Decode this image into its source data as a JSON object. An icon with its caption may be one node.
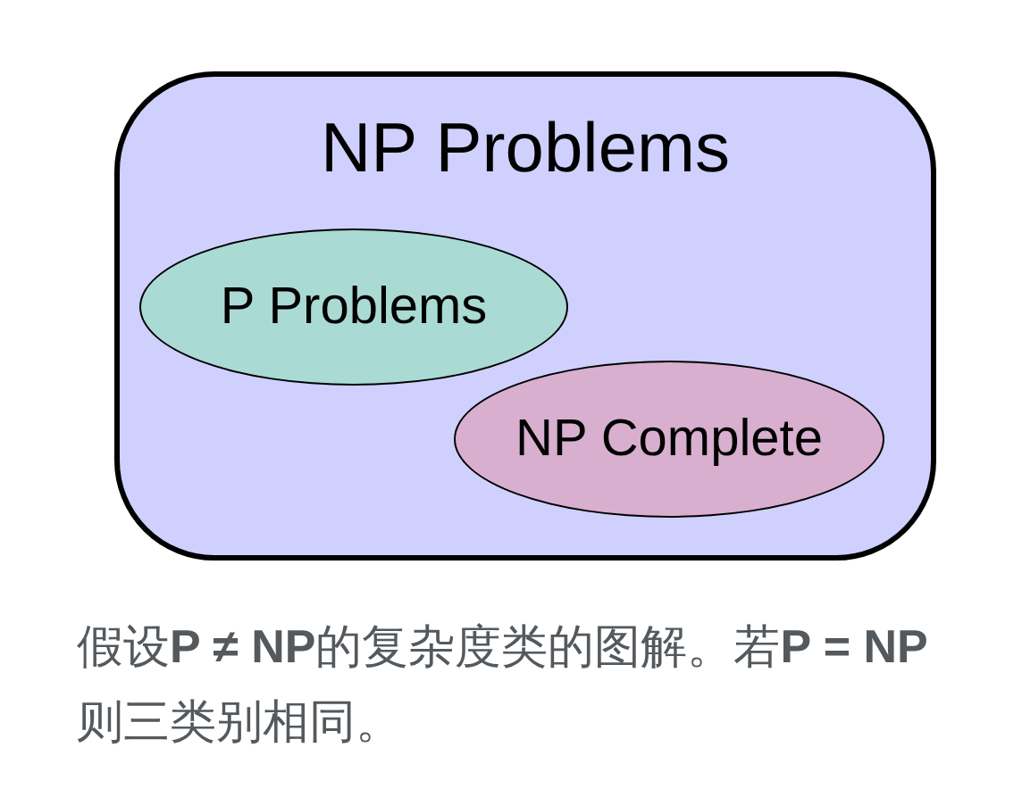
{
  "diagram": {
    "caption": "假设**P ≠ NP**的复杂度类的图解。若**P = NP**则三类别相同。",
    "nodes": [
      {
        "text": [
          "NP Problems"
        ]
      },
      {
        "text": [
          "P Problems"
        ],
        "in": 0
      },
      {
        "text": [
          "NP Complete"
        ],
        "in": 0
      }
    ]
  }
}
